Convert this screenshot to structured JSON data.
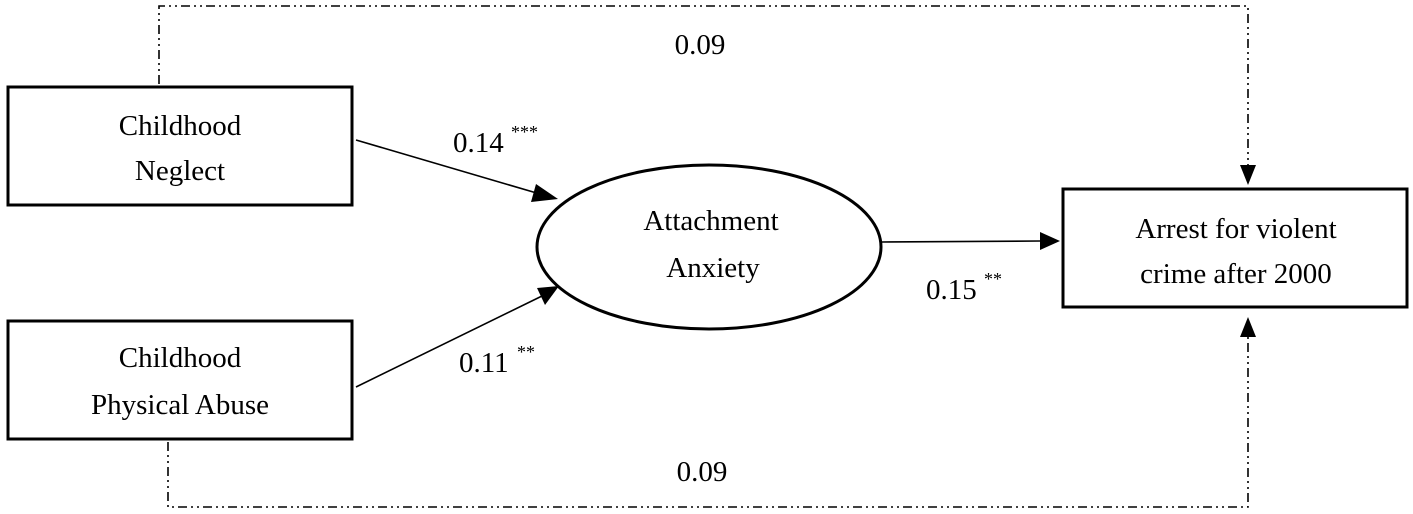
{
  "nodes": {
    "neglect": {
      "line1": "Childhood",
      "line2": "Neglect"
    },
    "abuse": {
      "line1": "Childhood",
      "line2": "Physical Abuse"
    },
    "mediator": {
      "line1": "Attachment",
      "line2": "Anxiety"
    },
    "outcome": {
      "line1": "Arrest for violent",
      "line2": "crime after 2000"
    }
  },
  "paths": {
    "neglect_to_mediator": {
      "coef": "0.14",
      "sig": "***"
    },
    "abuse_to_mediator": {
      "coef": "0.11",
      "sig": "**"
    },
    "mediator_to_outcome": {
      "coef": "0.15",
      "sig": "**"
    },
    "neglect_to_outcome_direct": {
      "coef": "0.09"
    },
    "abuse_to_outcome_direct": {
      "coef": "0.09"
    }
  },
  "colors": {
    "line": "#000000",
    "background": "#ffffff"
  }
}
